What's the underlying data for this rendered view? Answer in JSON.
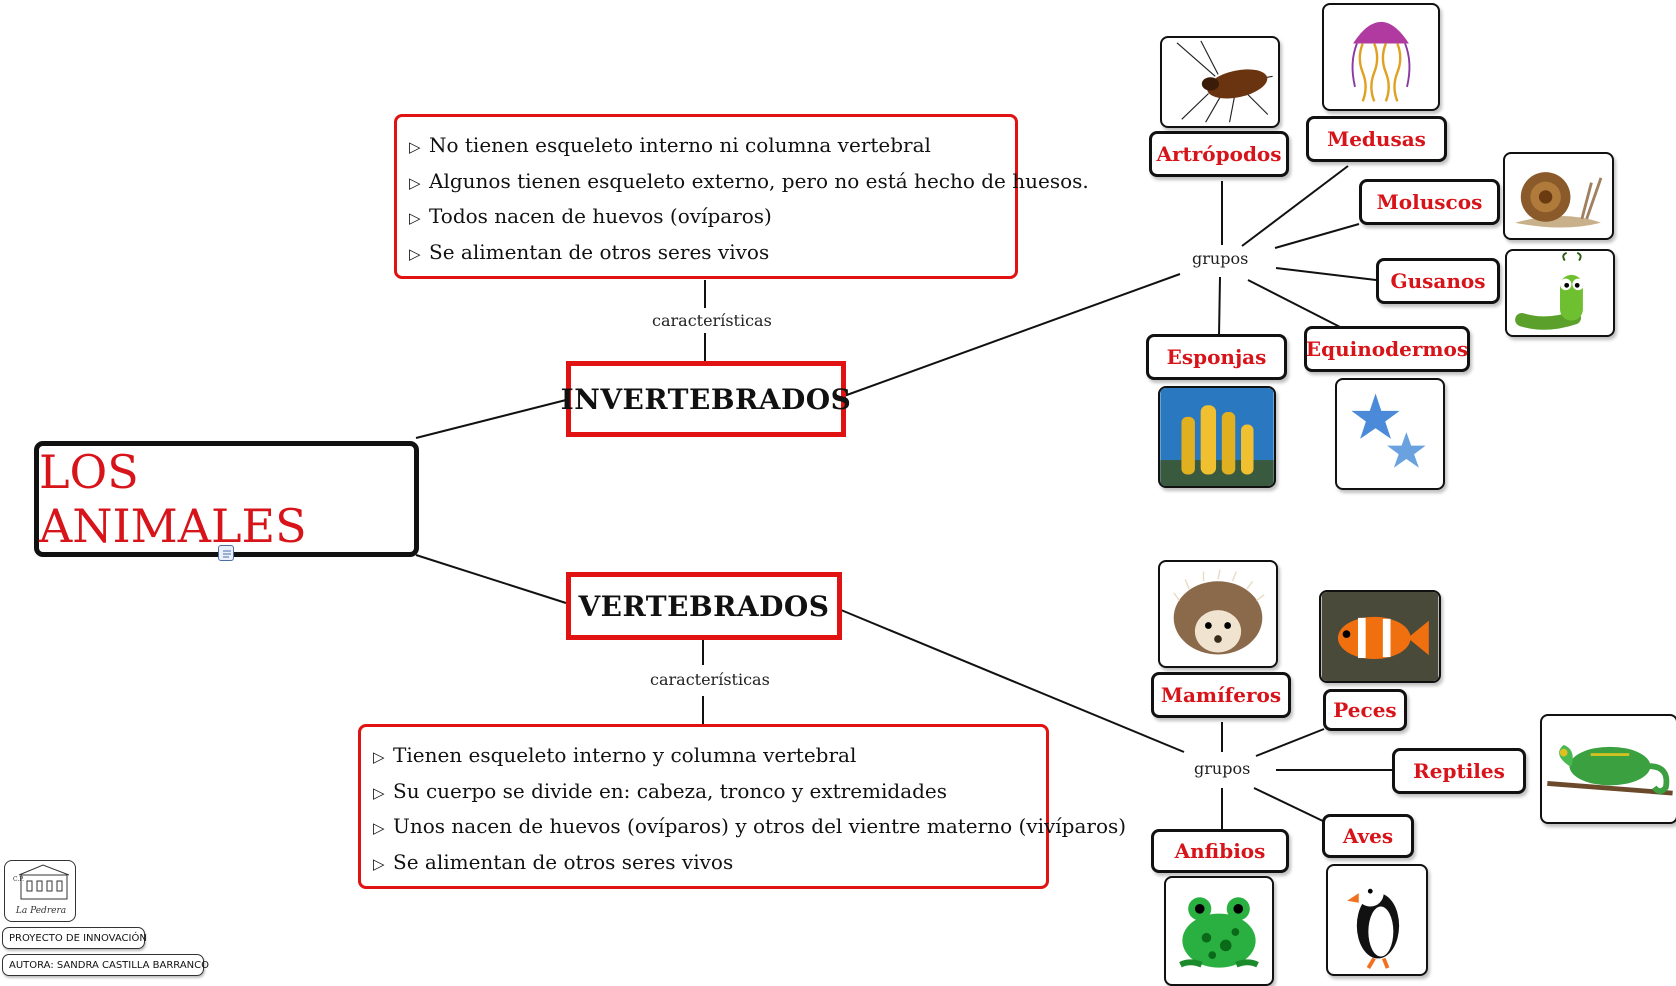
{
  "root": {
    "title": "LOS ANIMALES"
  },
  "invertebrados": {
    "label": "INVERTEBRADOS",
    "link_label": "características",
    "characteristics": [
      "No tienen esqueleto interno ni columna vertebral",
      "Algunos tienen esqueleto externo, pero no está hecho de huesos.",
      "Todos nacen de huevos (ovíparos)",
      "Se alimentan de otros seres vivos"
    ],
    "groups_label": "grupos",
    "groups": [
      {
        "name": "Artrópodos",
        "icon": "cockroach-icon"
      },
      {
        "name": "Medusas",
        "icon": "jellyfish-icon"
      },
      {
        "name": "Moluscos",
        "icon": "snail-icon"
      },
      {
        "name": "Gusanos",
        "icon": "worm-icon"
      },
      {
        "name": "Equinodermos",
        "icon": "starfish-icon"
      },
      {
        "name": "Esponjas",
        "icon": "sponge-icon"
      }
    ]
  },
  "vertebrados": {
    "label": "VERTEBRADOS",
    "link_label": "características",
    "characteristics": [
      "Tienen esqueleto interno y columna vertebral",
      "Su cuerpo se divide en: cabeza, tronco y extremidades",
      "Unos nacen de huevos (ovíparos) y otros del vientre materno (vivíparos)",
      "Se alimentan de otros seres vivos"
    ],
    "groups_label": "grupos",
    "groups": [
      {
        "name": "Mamíferos",
        "icon": "hedgehog-icon"
      },
      {
        "name": "Peces",
        "icon": "clownfish-icon"
      },
      {
        "name": "Reptiles",
        "icon": "chameleon-icon"
      },
      {
        "name": "Aves",
        "icon": "puffin-icon"
      },
      {
        "name": "Anfibios",
        "icon": "frog-icon"
      }
    ]
  },
  "footer": {
    "logo_text": "C.P. La Pedrera",
    "project": "PROYECTO DE INNOVACIÓN",
    "author": "AUTORA: SANDRA CASTILLA BARRANCO"
  },
  "colors": {
    "accent": "#e01212",
    "title": "#d7141a",
    "border": "#111111"
  }
}
